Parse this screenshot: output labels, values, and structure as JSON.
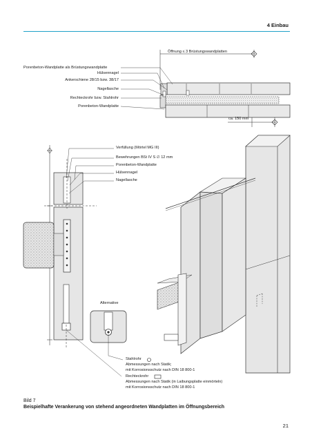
{
  "header": {
    "chapter": "4 Einbau"
  },
  "top_figure": {
    "dim_opening": "Öffnung ≤ 3 Brüstungswandplatten",
    "dim_offset": "ca. 150 mm",
    "labels": [
      "Porenbeton-Wandplatte als Brüstungswandplatte",
      "Hülsennagel",
      "Ankerschiene 28/15 bzw. 38/17",
      "Nagellasche",
      "Rechteckrohr bzw. Stahlrohr",
      "Porenbeton-Wandplatte"
    ]
  },
  "section_figure": {
    "labels": [
      "Verfüllung (Mörtel MG III)",
      "Bewehrungen BSt IV S ∅ 12 mm",
      "Porenbeton-Wandplatte",
      "Hülsennagel",
      "Nagellasche"
    ],
    "alternative": "Alternative",
    "stahlrohr": {
      "title": "Stahlrohr",
      "line1": "Abmessungen nach Statik;",
      "line2": "mit Korrosionsschutz nach DIN 18 800-1"
    },
    "rechteckrohr": {
      "title": "Rechteckrohr",
      "line1": "Abmessungen nach Statik (in Laibungsplatte einmörteln)",
      "line2": "mit Korrosionsschutz nach DIN 18 800-1"
    }
  },
  "caption": {
    "number": "Bild 7",
    "text": "Beispielhafte Verankerung von stehend angeordneten Wandplatten im Öffnungsbereich"
  },
  "page_number": "21"
}
